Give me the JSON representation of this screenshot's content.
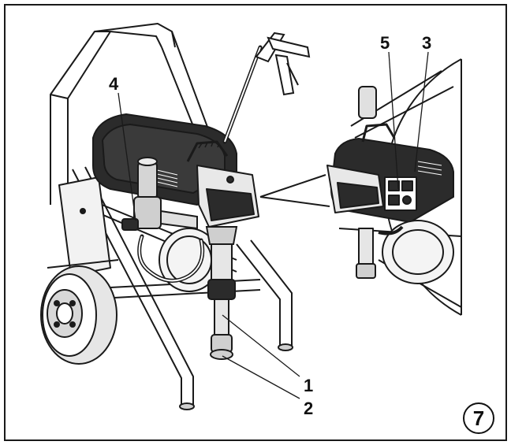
{
  "callouts": {
    "c1": "1",
    "c2": "2",
    "c3": "3",
    "c4": "4",
    "c5": "5"
  },
  "figure_number": "7",
  "colors": {
    "line": "#1a1a1a",
    "fill_dark": "#2b2b2b",
    "fill_mid": "#cfcfcf",
    "fill_light": "#ececec",
    "background": "#ffffff"
  }
}
